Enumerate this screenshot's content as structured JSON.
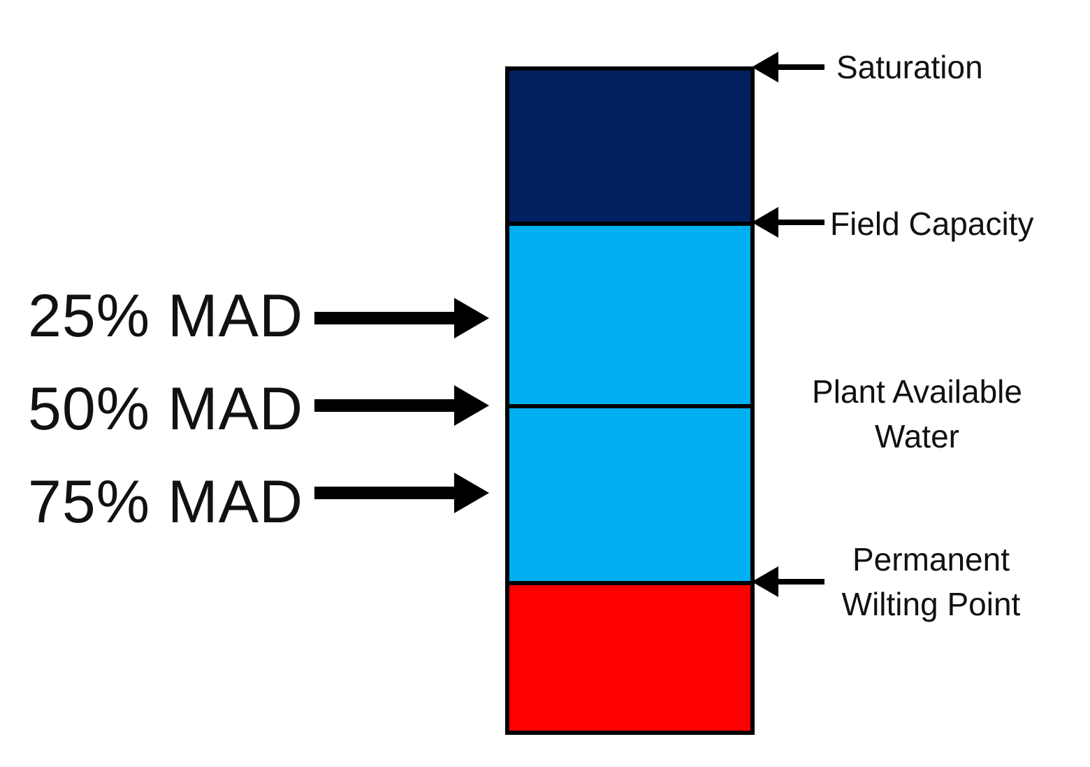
{
  "colors": {
    "saturation_zone": "#002060",
    "plant_available_zone": "#00b0f0",
    "unavailable_zone": "#ff0000",
    "outline": "#000000",
    "text": "#111111"
  },
  "column": {
    "segments": [
      {
        "name": "saturation-to-field-capacity",
        "color": "#002060"
      },
      {
        "name": "plant-available-upper",
        "color": "#00b0f0"
      },
      {
        "name": "plant-available-lower",
        "color": "#00b0f0"
      },
      {
        "name": "below-wilting-point",
        "color": "#ff0000"
      }
    ]
  },
  "left_labels": {
    "mad_25": "25% MAD",
    "mad_50": "50% MAD",
    "mad_75": "75% MAD"
  },
  "right_labels": {
    "saturation": "Saturation",
    "field_capacity": "Field Capacity",
    "plant_available_line1": "Plant Available",
    "plant_available_line2": "Water",
    "pwp_line1": "Permanent",
    "pwp_line2": "Wilting Point"
  }
}
